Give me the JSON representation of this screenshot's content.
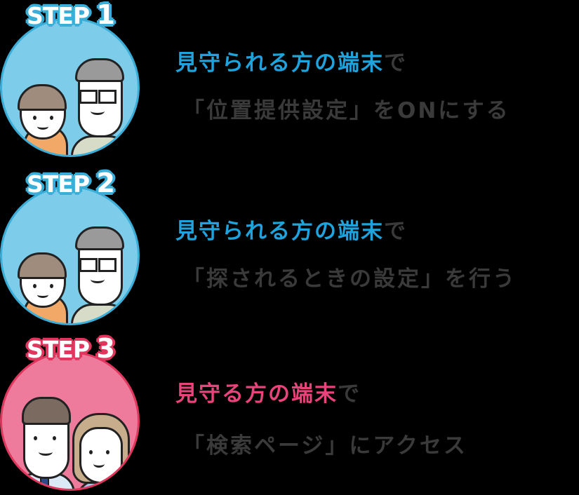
{
  "colors": {
    "background": "#000000",
    "blue_ring": "#3aaed8",
    "blue_fill": "#7dcdea",
    "blue_text": "#1ea3dc",
    "pink_ring": "#e0375e",
    "pink_fill": "#ee7b9c",
    "pink_text": "#e8437a",
    "body_text": "#3a3a3a"
  },
  "steps": [
    {
      "label": "STEP",
      "number": "1",
      "illustration": "girl-and-grandfather",
      "line1_accent": "見守られる方の端末",
      "line1_suffix": "で",
      "line2": "「位置提供設定」をONにする"
    },
    {
      "label": "STEP",
      "number": "2",
      "illustration": "girl-and-grandfather",
      "line1_accent": "見守られる方の端末",
      "line1_suffix": "で",
      "line2": "「探されるときの設定」を行う"
    },
    {
      "label": "STEP",
      "number": "3",
      "illustration": "man-and-woman",
      "line1_accent": "見守る方の端末",
      "line1_suffix": "で",
      "line2": "「検索ページ」にアクセス"
    }
  ]
}
